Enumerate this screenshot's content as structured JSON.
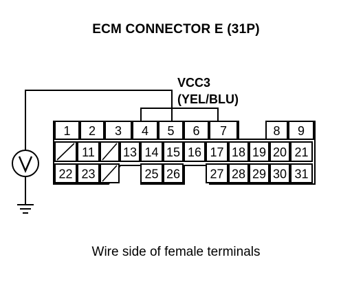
{
  "title": "ECM CONNECTOR E (31P)",
  "caption": "Wire side of female terminals",
  "signal": {
    "name": "VCC3",
    "wire_color": "(YEL/BLU)",
    "probe_pins": [
      "4",
      "5"
    ]
  },
  "meter": {
    "icon": "voltmeter-icon",
    "symbol": "V",
    "ground_icon": "ground-icon"
  },
  "connector": {
    "row1": [
      {
        "n": "1"
      },
      {
        "n": "2"
      },
      {
        "n": "3"
      },
      {
        "n": "4"
      },
      {
        "n": "5"
      },
      {
        "n": "6"
      },
      {
        "n": "7"
      },
      {
        "n": "8"
      },
      {
        "n": "9"
      }
    ],
    "row2": [
      {
        "n": ""
      },
      {
        "n": "11"
      },
      {
        "n": ""
      },
      {
        "n": "13"
      },
      {
        "n": "14"
      },
      {
        "n": "15"
      },
      {
        "n": "16"
      },
      {
        "n": "17"
      },
      {
        "n": "18"
      },
      {
        "n": "19"
      },
      {
        "n": "20"
      },
      {
        "n": "21"
      }
    ],
    "row3": [
      {
        "n": "22"
      },
      {
        "n": "23"
      },
      {
        "n": ""
      },
      {
        "n": "25"
      },
      {
        "n": "26"
      },
      {
        "n": "27"
      },
      {
        "n": "28"
      },
      {
        "n": "29"
      },
      {
        "n": "30"
      },
      {
        "n": "31"
      }
    ]
  }
}
